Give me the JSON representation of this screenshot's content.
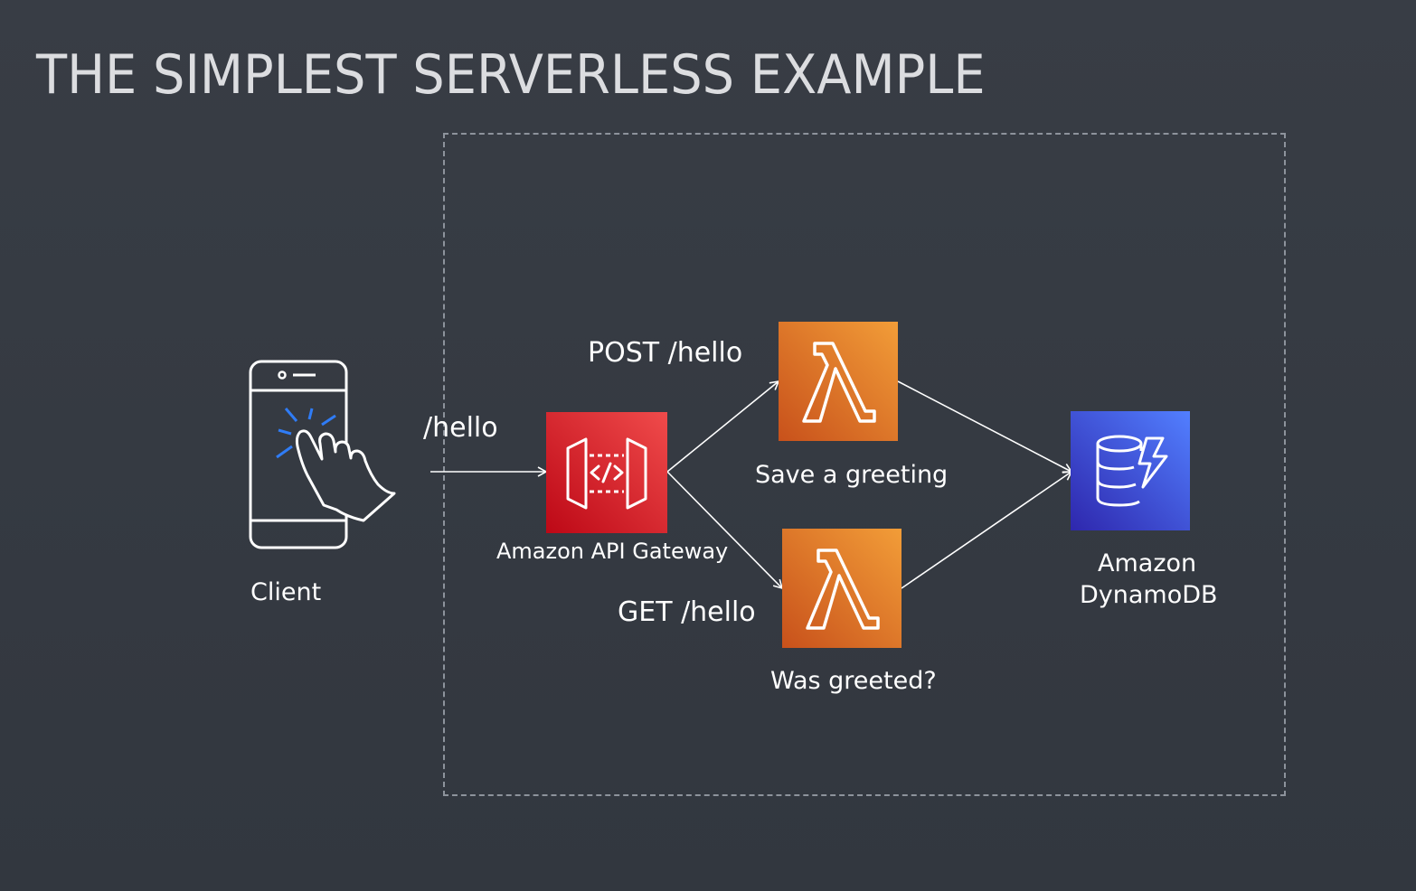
{
  "title": "THE SIMPLEST SERVERLESS EXAMPLE",
  "client": {
    "label": "Client",
    "icon": "mobile-touch-icon"
  },
  "request_path": "/hello",
  "api_gateway": {
    "label": "Amazon API Gateway",
    "icon": "api-gateway-icon",
    "color": "#d13239"
  },
  "lambda_post": {
    "route": "POST /hello",
    "label": "Save a greeting",
    "icon": "lambda-icon",
    "color": "#e8892a"
  },
  "lambda_get": {
    "route": "GET /hello",
    "label": "Was greeted?",
    "icon": "lambda-icon",
    "color": "#e8892a"
  },
  "dynamodb": {
    "label_line1": "Amazon",
    "label_line2": "DynamoDB",
    "icon": "dynamodb-icon",
    "color": "#3b4fd8"
  }
}
